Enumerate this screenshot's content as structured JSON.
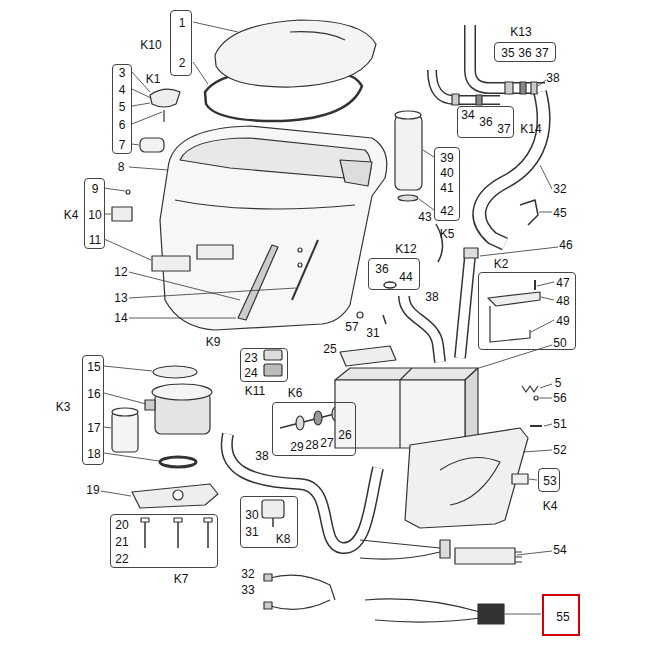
{
  "diagram": {
    "nodes": [
      {
        "text": [
          "K10",
          "1",
          "2"
        ]
      },
      {
        "text": [
          "K13",
          "35",
          "36",
          "37"
        ]
      },
      {
        "text": [
          "K1",
          "3",
          "4",
          "5",
          "6",
          "7"
        ]
      },
      {
        "text": [
          "K14",
          "34",
          "36",
          "37"
        ]
      },
      {
        "text": [
          "K5",
          "39",
          "40",
          "41",
          "42"
        ]
      },
      {
        "text": [
          "K4",
          "9",
          "10",
          "11"
        ]
      },
      {
        "text": [
          "K12",
          "36",
          "44"
        ]
      },
      {
        "text": [
          "K2",
          "47",
          "48",
          "49"
        ]
      },
      {
        "text": [
          "K11",
          "23",
          "24"
        ]
      },
      {
        "text": [
          "K3",
          "15",
          "16",
          "17",
          "18"
        ]
      },
      {
        "text": [
          "K6",
          "29",
          "28",
          "27",
          "26"
        ]
      },
      {
        "text": [
          "K4",
          "53"
        ]
      },
      {
        "text": [
          "K8",
          "30",
          "31"
        ]
      },
      {
        "text": [
          "K7",
          "20",
          "21",
          "22"
        ]
      },
      {
        "text": [
          "55"
        ]
      }
    ],
    "labels": [
      "38",
      "8",
      "43",
      "32",
      "45",
      "46",
      "12",
      "13",
      "14",
      "57",
      "31",
      "38",
      "K9",
      "25",
      "50",
      "5",
      "56",
      "51",
      "52",
      "38",
      "19",
      "54",
      "32",
      "33"
    ]
  }
}
